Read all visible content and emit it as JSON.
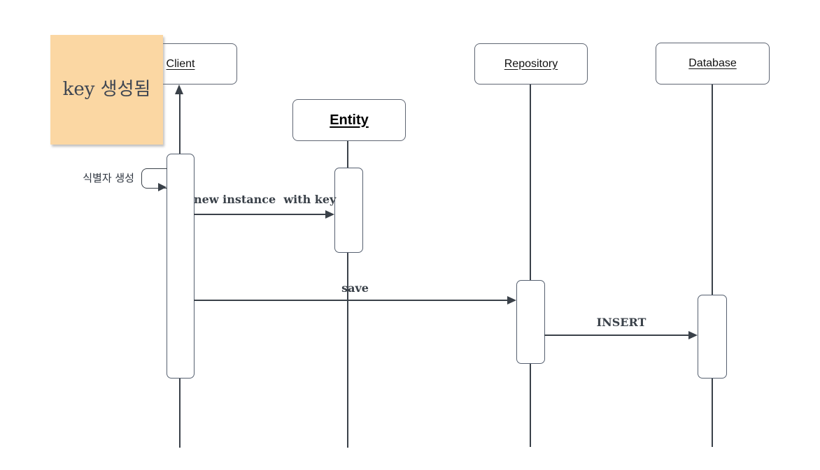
{
  "diagram": {
    "kind": "uml-sequence-diagram",
    "note": {
      "text": "key 생성됨"
    },
    "lifelines": [
      {
        "id": "client",
        "label": "Client"
      },
      {
        "id": "entity",
        "label": "Entity"
      },
      {
        "id": "repository",
        "label": "Repository"
      },
      {
        "id": "database",
        "label": "Database"
      }
    ],
    "messages": [
      {
        "id": "self-message",
        "from": "client",
        "to": "client",
        "label": "식별자 생성"
      },
      {
        "id": "new-instance",
        "from": "client",
        "to": "entity",
        "label": "new instance  with key"
      },
      {
        "id": "save",
        "from": "client",
        "to": "repository",
        "label": "save"
      },
      {
        "id": "insert",
        "from": "repository",
        "to": "database",
        "label": "INSERT"
      },
      {
        "id": "return-to-client",
        "from": "client-activation",
        "to": "client",
        "label": ""
      }
    ],
    "colors": {
      "note_fill": "#FBD7A3",
      "note_text": "#3F4652",
      "line": "#3A4149",
      "box_border": "#5F6673",
      "header_text": "#111111",
      "background": "#FFFFFF"
    }
  }
}
